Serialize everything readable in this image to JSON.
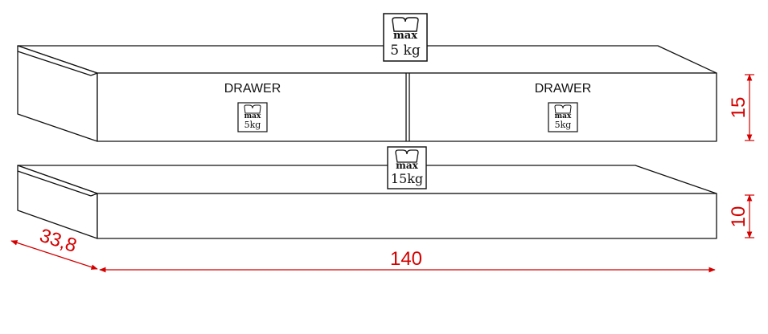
{
  "drawer_labels": [
    "DRAWER",
    "DRAWER"
  ],
  "top_shelf_weight": {
    "max_label": "max",
    "load": "5 kg"
  },
  "drawer_weights": [
    {
      "max_label": "max",
      "load": "5kg"
    },
    {
      "max_label": "max",
      "load": "5kg"
    }
  ],
  "bottom_shelf_weight": {
    "max_label": "max",
    "load": "15kg"
  },
  "dimensions": {
    "width": "140",
    "depth": "33,8",
    "top_height": "15",
    "bottom_height": "10"
  },
  "colors": {
    "dimension": "#d40000",
    "outline": "#111111"
  },
  "icons": [
    "weight-icon"
  ]
}
